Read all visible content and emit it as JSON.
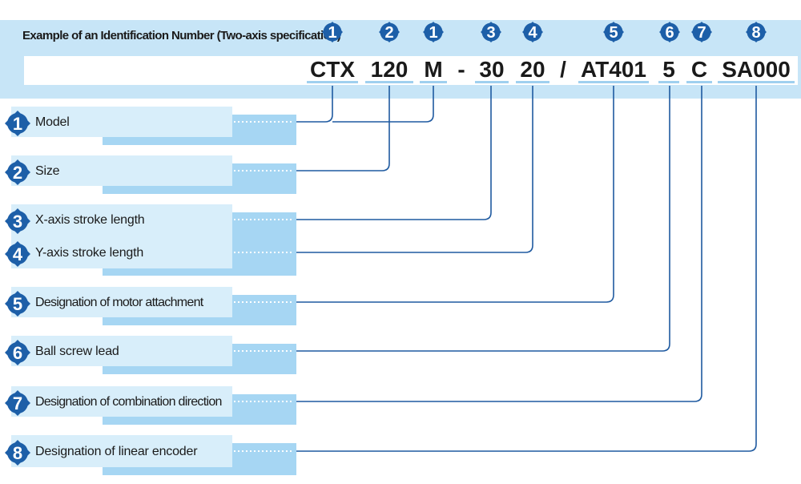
{
  "header": {
    "title": "Example of an Identification Number (Two-axis specification)",
    "code_segments": [
      {
        "text": "CTX",
        "badge": "1"
      },
      {
        "text": "120",
        "badge": "2"
      },
      {
        "text": "M",
        "badge": "1"
      },
      {
        "text": "-",
        "badge": ""
      },
      {
        "text": "30",
        "badge": "3"
      },
      {
        "text": "20",
        "badge": "4"
      },
      {
        "text": "/",
        "badge": ""
      },
      {
        "text": "AT401",
        "badge": "5"
      },
      {
        "text": "5",
        "badge": "6"
      },
      {
        "text": "C",
        "badge": "7"
      },
      {
        "text": "SA000",
        "badge": "8"
      }
    ]
  },
  "items": [
    {
      "number": "1",
      "label": "Model"
    },
    {
      "number": "2",
      "label": "Size"
    },
    {
      "number": "3",
      "label": "X-axis stroke length"
    },
    {
      "number": "4",
      "label": "Y-axis stroke length"
    },
    {
      "number": "5",
      "label": "Designation of motor attachment"
    },
    {
      "number": "6",
      "label": "Ball screw lead"
    },
    {
      "number": "7",
      "label": "Designation of combination direction"
    },
    {
      "number": "8",
      "label": "Designation of linear encoder"
    }
  ],
  "colors": {
    "badge": "#1d5fa8",
    "header_band": "#c7e5f7",
    "box_light": "#d8eefa",
    "box_dark": "#a6d6f3",
    "leader_line": "#1f5aa0",
    "underline": "#9fd0ef"
  }
}
